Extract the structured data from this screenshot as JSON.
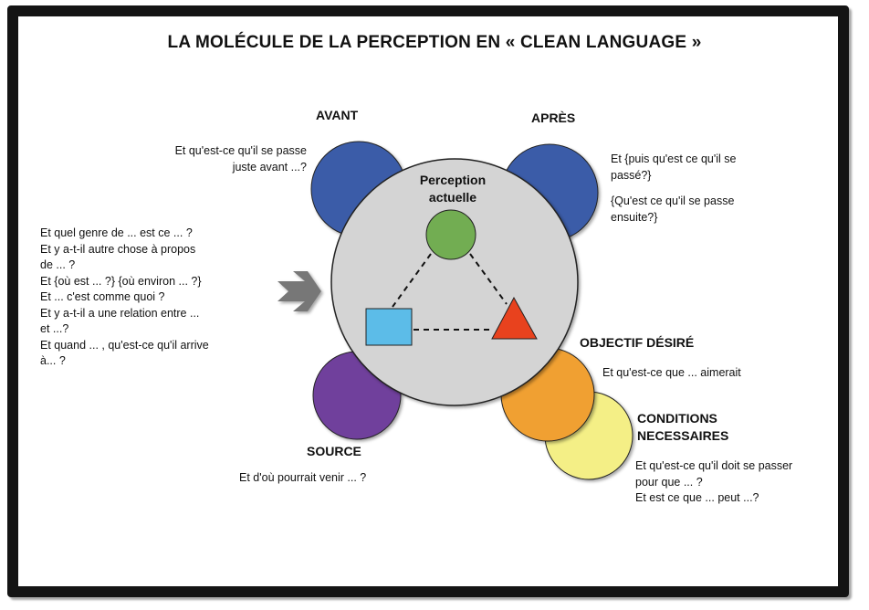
{
  "title": "LA MOLÉCULE DE LA PERCEPTION EN « CLEAN LANGUAGE »",
  "center": {
    "label": "Perception\nactuelle"
  },
  "nodes": {
    "avant": {
      "label": "AVANT",
      "question": "Et qu'est-ce qu'il se passe\njuste avant ...?",
      "color": "#3a5ca8"
    },
    "apres": {
      "label": "APRÈS",
      "question": "Et {puis qu'est ce qu'il se\npassé?}",
      "question2": "{Qu'est ce qu'il se passe\nensuite?}",
      "color": "#3a5ca8"
    },
    "objectif": {
      "label": "OBJECTIF DÉSIRÉ",
      "question": "Et qu'est-ce que ... aimerait",
      "color": "#f0a032"
    },
    "conditions": {
      "label": "CONDITIONS\nNECESSAIRES",
      "question": "Et qu'est-ce qu'il doit se passer\npour que ... ?\nEt est ce que ... peut ...?",
      "color": "#f4ef86"
    },
    "source": {
      "label": "SOURCE",
      "question": "Et d'où pourrait venir ... ?",
      "color": "#6f3f9c"
    }
  },
  "attributes": {
    "questions": "Et quel genre de ... est ce ... ?\nEt y a-t-il autre chose à propos\nde ... ?\nEt  {où est ... ?}  {où environ ... ?}\nEt ... c'est comme quoi ?\nEt y a-t-il a une relation entre ...\net ...?\nEt quand ... , qu'est-ce qu'il arrive\nà... ?"
  },
  "colors": {
    "center_disc": "#d4d4d4",
    "green_circle": "#72ad52",
    "blue_square": "#5cbce8",
    "red_triangle": "#e8421e",
    "arrow": "#777777"
  }
}
